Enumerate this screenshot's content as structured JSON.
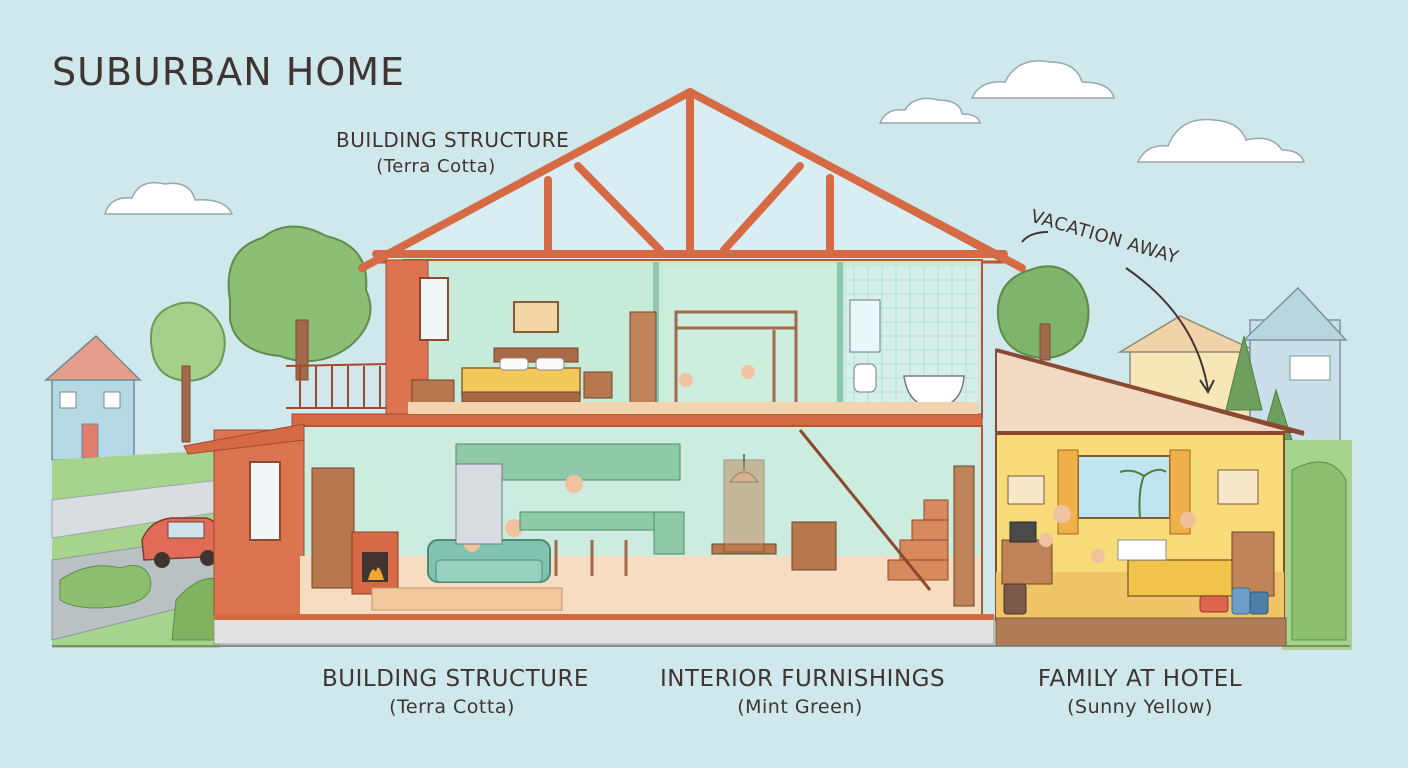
{
  "title": "SUBURBAN HOME",
  "labels": {
    "structure_top": {
      "main": "BUILDING STRUCTURE",
      "sub": "(Terra Cotta)"
    },
    "structure_bottom": {
      "main": "BUILDING STRUCTURE",
      "sub": "(Terra Cotta)"
    },
    "interior": {
      "main": "INTERIOR FURNISHINGS",
      "sub": "(Mint Green)"
    },
    "hotel": {
      "main": "FAMILY AT HOTEL",
      "sub": "(Sunny Yellow)"
    },
    "vacation": "VACATION AWAY"
  },
  "colors": {
    "terra_cotta": "#d9694a",
    "mint_green": "#bfe6d2",
    "sunny_yellow": "#f7db78",
    "sky": "#cfe8ec",
    "ink": "#3f3430"
  },
  "icons": [
    "tree-icon",
    "cloud-icon",
    "car-icon",
    "bed-icon",
    "sofa-icon",
    "fireplace-icon",
    "bathtub-icon",
    "staircase-icon",
    "palm-tree-icon",
    "suitcase-icon",
    "arrow-icon"
  ]
}
